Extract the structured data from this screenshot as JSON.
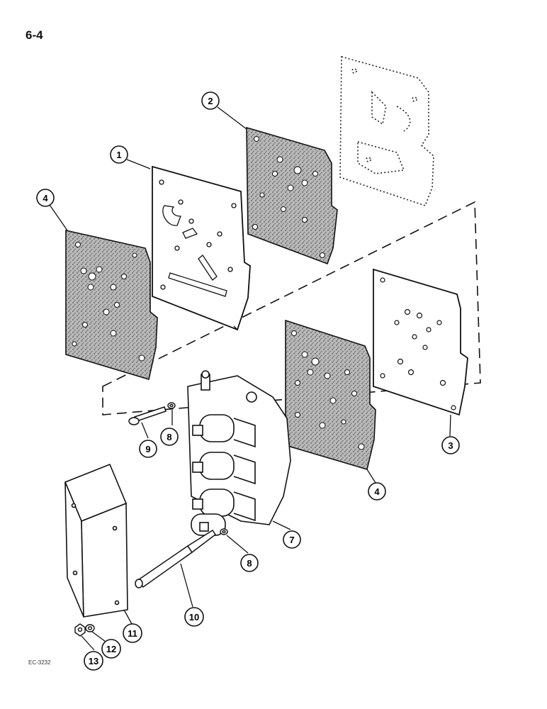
{
  "page": {
    "number": "6-4",
    "figure_code": "EC-3232"
  },
  "callouts": [
    "1",
    "2",
    "3",
    "4",
    "4",
    "7",
    "8",
    "8",
    "9",
    "10",
    "11",
    "12",
    "13"
  ]
}
